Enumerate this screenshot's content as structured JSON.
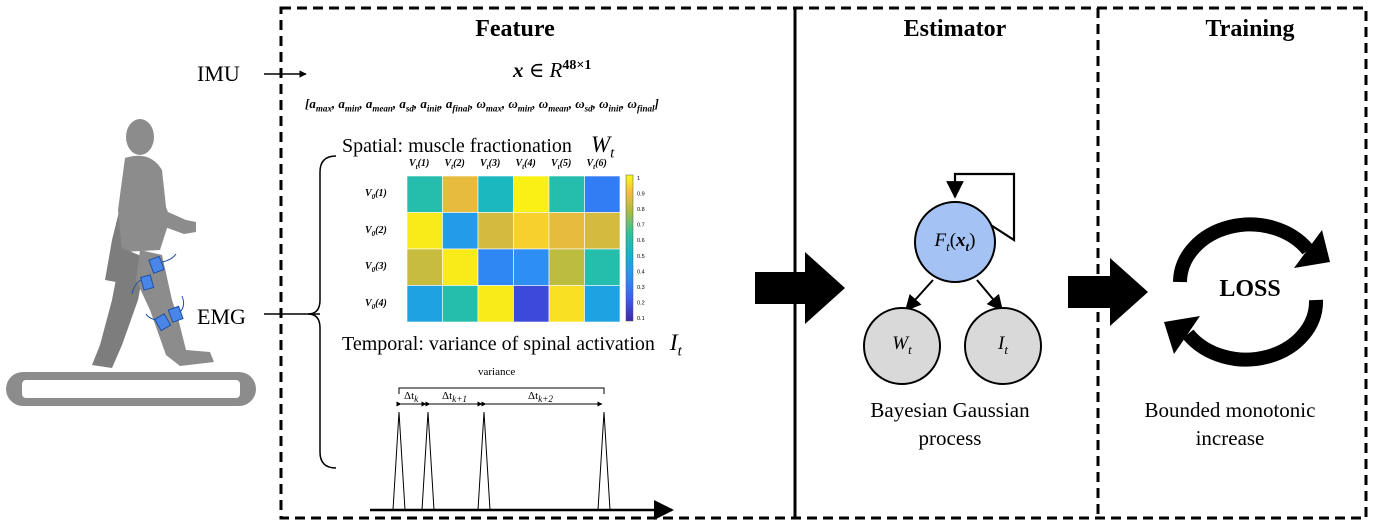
{
  "panels": {
    "feature": {
      "title": "Feature"
    },
    "estimator": {
      "title": "Estimator"
    },
    "training": {
      "title": "Training"
    }
  },
  "inputs": {
    "imu": "IMU",
    "emg": "EMG"
  },
  "feature": {
    "vector_main": "x",
    "vector_in": "∈",
    "vector_space": "R",
    "vector_dim": "48×1",
    "vector_components": "[a_max, a_min, a_mean, a_sd, a_init, a_final, ω_max, ω_min, ω_mean, ω_sd, ω_init, ω_final]",
    "spatial_label": "Spatial: muscle fractionation",
    "spatial_symbol": "W",
    "spatial_sub": "t",
    "temporal_label": "Temporal: variance of spinal activation",
    "temporal_symbol": "I",
    "temporal_sub": "t",
    "variance_label": "variance",
    "intervals": [
      {
        "delta": "Δt",
        "sub": "k"
      },
      {
        "delta": "Δt",
        "sub": "k+1"
      },
      {
        "delta": "Δt",
        "sub": "k+2"
      }
    ]
  },
  "heatmap": {
    "col_labels": [
      "V_t(1)",
      "V_t(2)",
      "V_t(3)",
      "V_t(4)",
      "V_t(5)",
      "V_t(6)"
    ],
    "row_labels": [
      "V_0(1)",
      "V_0(2)",
      "V_0(3)",
      "V_0(4)"
    ],
    "values": [
      [
        0.55,
        0.85,
        0.5,
        0.98,
        0.55,
        0.25
      ],
      [
        0.97,
        0.35,
        0.82,
        0.92,
        0.85,
        0.82
      ],
      [
        0.8,
        0.97,
        0.28,
        0.3,
        0.78,
        0.55
      ],
      [
        0.38,
        0.55,
        0.97,
        0.1,
        0.95,
        0.38
      ]
    ],
    "colorbar_ticks": [
      "1",
      "0.9",
      "0.8",
      "0.7",
      "0.6",
      "0.5",
      "0.4",
      "0.3",
      "0.2",
      "0.1"
    ],
    "colormap": "parula"
  },
  "estimator": {
    "node_main": "F",
    "node_main_sub": "t",
    "node_main_arg": "(x",
    "node_main_arg_sub": "t",
    "node_main_close": ")",
    "node_left": "W",
    "node_left_sub": "t",
    "node_right": "I",
    "node_right_sub": "t",
    "caption_line1": "Bayesian Gaussian",
    "caption_line2": "process",
    "main_color": "#a4c2f4",
    "leaf_color": "#d9d9d9"
  },
  "training": {
    "loss": "LOSS",
    "caption_line1": "Bounded monotonic",
    "caption_line2": "increase"
  }
}
